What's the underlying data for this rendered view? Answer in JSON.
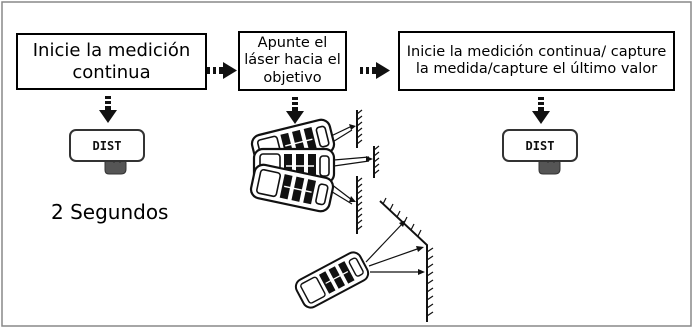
{
  "steps": [
    {
      "text": "Inicie la medición continua"
    },
    {
      "text": "Apunte el láser hacia el objetivo"
    },
    {
      "text": "Inicie la medición continua/ capture la medida/capture el último valor"
    }
  ],
  "dist_button": {
    "label": "DIST"
  },
  "caption": "2 Segundos"
}
